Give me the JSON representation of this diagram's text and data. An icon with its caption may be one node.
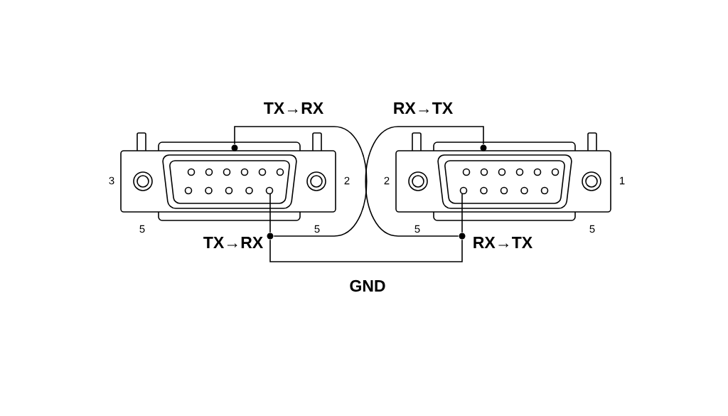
{
  "diagram": {
    "nodes": [
      {
        "text": [],
        "shape": "picture",
        "beside": [
          "3",
          "2",
          "5",
          "5"
        ]
      },
      {
        "text": [],
        "shape": "picture",
        "beside": [
          "2",
          "1",
          "5",
          "5"
        ]
      },
      {
        "text": [],
        "shape": "circle"
      },
      {
        "text": [],
        "shape": "circle"
      },
      {
        "text": [],
        "shape": "circle"
      },
      {
        "text": [],
        "shape": "circle"
      }
    ],
    "edges": [
      {
        "from": 2,
        "to": 3,
        "arrow": "none"
      },
      {
        "from": 5,
        "to": 4,
        "arrow": "none"
      },
      {
        "from": 3,
        "to": 4,
        "arrow": "none"
      },
      {
        "from": 0,
        "to": 3,
        "arrow": "none"
      },
      {
        "from": 1,
        "to": 4,
        "arrow": "none"
      }
    ],
    "labels": [
      "TX→RX",
      "RX→TX",
      "TX→RX",
      "RX→TX",
      "GND"
    ]
  }
}
